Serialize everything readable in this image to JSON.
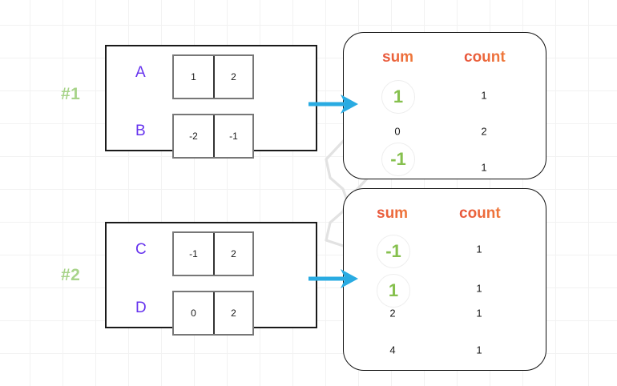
{
  "steps": [
    {
      "label": "#1"
    },
    {
      "label": "#2"
    }
  ],
  "colors": {
    "step_label": "#a8d48a",
    "row_label": "#6633ee",
    "column_header": "#ef5533",
    "highlight_value": "#86c04e",
    "arrow": "#29abe2",
    "box_border": "#1a1a1a",
    "cell_border": "#777777",
    "grid_line": "#f2f2f2"
  },
  "input_boxes": [
    {
      "name": "input-box-1",
      "rows": [
        {
          "label": "A",
          "cells": [
            "1",
            "2"
          ]
        },
        {
          "label": "B",
          "cells": [
            "-2",
            "-1"
          ]
        }
      ]
    },
    {
      "name": "input-box-2",
      "rows": [
        {
          "label": "C",
          "cells": [
            "-1",
            "2"
          ]
        },
        {
          "label": "D",
          "cells": [
            "0",
            "2"
          ]
        }
      ]
    }
  ],
  "panels": [
    {
      "name": "result-panel-1",
      "headers": {
        "sum": "sum",
        "count": "count"
      },
      "rows": [
        {
          "sum": "1",
          "count": "1",
          "highlight": true
        },
        {
          "sum": "0",
          "count": "2",
          "highlight": false
        },
        {
          "sum": "-1",
          "count": "1",
          "highlight": true
        }
      ]
    },
    {
      "name": "result-panel-2",
      "headers": {
        "sum": "sum",
        "count": "count"
      },
      "rows": [
        {
          "sum": "-1",
          "count": "1",
          "highlight": true
        },
        {
          "sum": "1",
          "count": "1",
          "highlight": true
        },
        {
          "sum": "2",
          "count": "1",
          "highlight": false
        },
        {
          "sum": "4",
          "count": "1",
          "highlight": false
        }
      ]
    }
  ],
  "arrows": [
    {
      "name": "flow-arrow-1"
    },
    {
      "name": "flow-arrow-2"
    }
  ],
  "links": [
    {
      "name": "link-sum-1-to-sum-1"
    },
    {
      "name": "link-sum-neg1-to-sum-neg1"
    }
  ]
}
